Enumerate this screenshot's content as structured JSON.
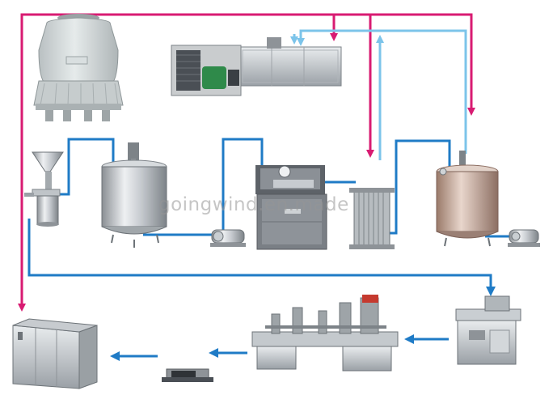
{
  "diagram": {
    "watermark_text": "goingwind.en.made",
    "cooling_tower_plate": "",
    "chiller_plate": "",
    "colors": {
      "hot_line": "#d81b72",
      "cold_line": "#7cc4ea",
      "product_line": "#1f7bc6",
      "flow_arrow": "#1f7bc6"
    },
    "equipment": [
      {
        "name": "cooling-tower"
      },
      {
        "name": "ice-water-chiller"
      },
      {
        "name": "colloid-mill"
      },
      {
        "name": "mixing-tank"
      },
      {
        "name": "transfer-pump"
      },
      {
        "name": "homogenizer"
      },
      {
        "name": "plate-heat-exchanger"
      },
      {
        "name": "aging-tank"
      },
      {
        "name": "discharge-pump"
      },
      {
        "name": "filling-sealing-machine"
      },
      {
        "name": "cup-filling-line"
      },
      {
        "name": "band-sealer"
      },
      {
        "name": "cold-room"
      }
    ]
  }
}
